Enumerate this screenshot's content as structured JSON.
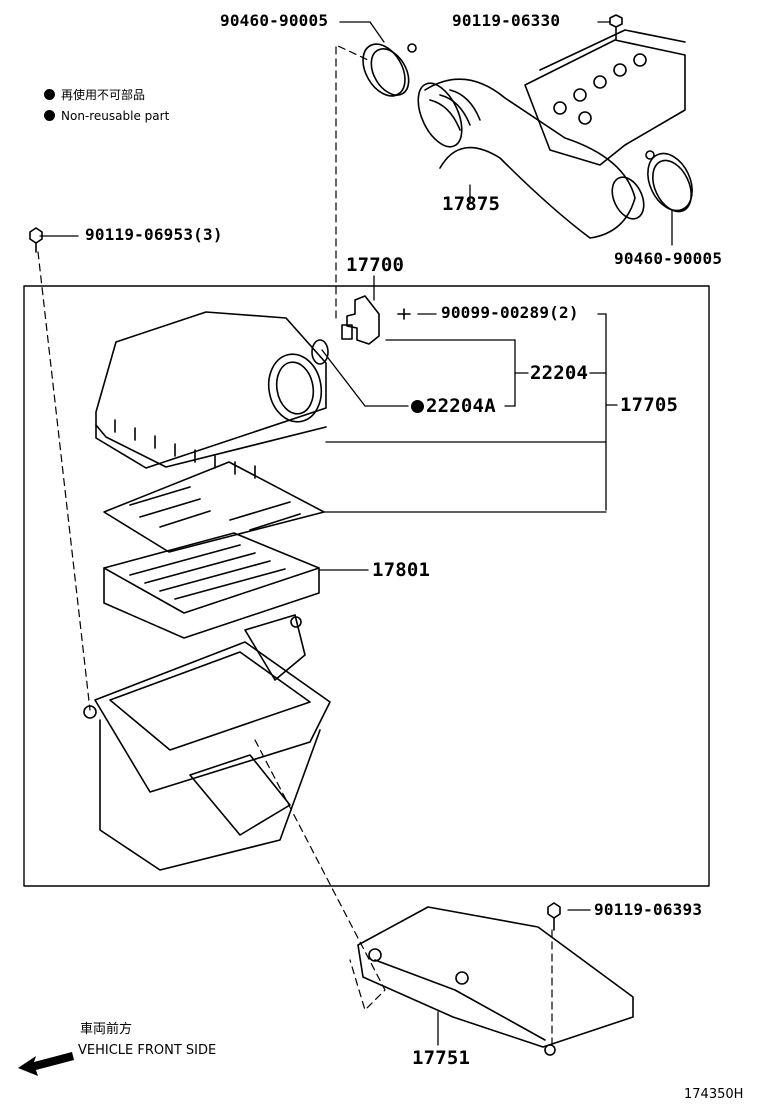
{
  "legend": {
    "non_reusable_jp": "再使用不可部品",
    "non_reusable_en": "Non-reusable part"
  },
  "parts": {
    "clamp_top": "90460-90005",
    "bolt_top": "90119-06330",
    "hose": "17875",
    "clamp_right": "90460-90005",
    "bolt_left": "90119-06953(3)",
    "assembly": "17700",
    "screw_sensor": "90099-00289(2)",
    "sensor": "22204",
    "sensor_gasket": "22204A",
    "cap_sub_assy": "17705",
    "element": "17801",
    "bolt_bottom": "90119-06393",
    "inlet_duct": "17751"
  },
  "direction": {
    "jp": "車両前方",
    "en": "VEHICLE FRONT SIDE"
  },
  "figure_id": "174350H"
}
